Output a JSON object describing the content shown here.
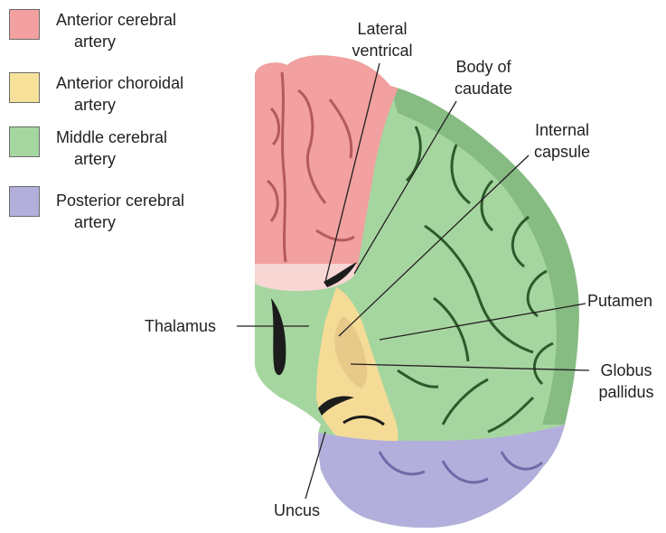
{
  "legend": [
    {
      "line1": "Anterior cerebral",
      "line2": "artery",
      "color": "#f2a0a0"
    },
    {
      "line1": "Anterior choroidal",
      "line2": "artery",
      "color": "#f7e19a"
    },
    {
      "line1": "Middle cerebral",
      "line2": "artery",
      "color": "#a6d6a0"
    },
    {
      "line1": "Posterior cerebral",
      "line2": "artery",
      "color": "#b3afdc"
    }
  ],
  "labels": {
    "lateral_ventrical": {
      "line1": "Lateral",
      "line2": "ventrical"
    },
    "body_of_caudate": {
      "line1": "Body of",
      "line2": "caudate"
    },
    "internal_capsule": {
      "line1": "Internal",
      "line2": "capsule"
    },
    "thalamus": "Thalamus",
    "putamen": "Putamen",
    "globus_pallidus": {
      "line1": "Globus",
      "line2": "pallidus"
    },
    "uncus": "Uncus"
  },
  "colors": {
    "anterior_cerebral": "#f2a0a0",
    "anterior_choroidal": "#f5dc96",
    "middle_cerebral": "#a6d6a0",
    "posterior_cerebral": "#b3afdc",
    "sulcus_dark": "#1f3a1f",
    "leader_line": "#231f20"
  }
}
